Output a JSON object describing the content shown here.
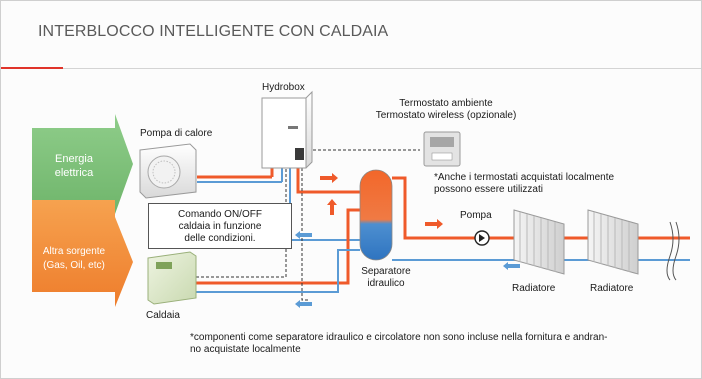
{
  "title": "INTERBLOCCO INTELLIGENTE CON CALDAIA",
  "colors": {
    "accent": "#e0342a",
    "pipe_hot": "#ef5a2a",
    "pipe_cold": "#5b9bd5",
    "energy_green": "#7ec27a",
    "source_orange": "#f28e3b"
  },
  "sources": {
    "electric_line1": "Energia",
    "electric_line2": "elettrica",
    "other_line1": "Altra sorgente",
    "other_line2": "(Gas, Oil, etc)"
  },
  "labels": {
    "heat_pump": "Pompa di calore",
    "hydrobox": "Hydrobox",
    "thermostat_line1": "Termostato ambiente",
    "thermostat_line2": "Termostato wireless (opzionale)",
    "thermostat_note_line1": "*Anche i termostati acquistati localmente",
    "thermostat_note_line2": "possono essere utilizzati",
    "pump": "Pompa",
    "separator_line1": "Separatore",
    "separator_line2": "idraulico",
    "radiator_1": "Radiatore",
    "radiator_2": "Radiatore",
    "boiler": "Caldaia",
    "command_line1": "Comando ON/OFF",
    "command_line2": "caldaia in funzione",
    "command_line3": "delle condizioni.",
    "footnote_line1": "*componenti come separatore idraulico e circolatore non sono incluse nella fornitura e andran-",
    "footnote_line2": "no acquistate localmente"
  },
  "icons": [
    "heat-pump-icon",
    "hydrobox-icon",
    "thermostat-icon",
    "separator-tank-icon",
    "pump-icon",
    "radiator-icon",
    "boiler-icon",
    "flow-arrow-icon"
  ]
}
